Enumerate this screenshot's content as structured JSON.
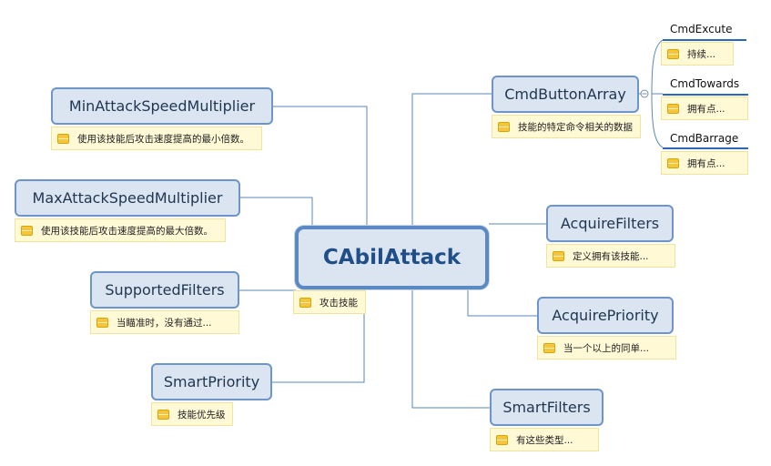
{
  "center": {
    "title": "CAbilAttack",
    "note": "攻击技能"
  },
  "left": [
    {
      "id": "min",
      "label": "MinAttackSpeedMultiplier",
      "note": "使用该技能后攻击速度提高的最小倍数。"
    },
    {
      "id": "max",
      "label": "MaxAttackSpeedMultiplier",
      "note": "使用该技能后攻击速度提高的最大倍数。"
    },
    {
      "id": "supported",
      "label": "SupportedFilters",
      "note": "当瞄准时，没有通过..."
    },
    {
      "id": "smartpri",
      "label": "SmartPriority",
      "note": "技能优先级"
    }
  ],
  "right": [
    {
      "id": "cmd",
      "label": "CmdButtonArray",
      "note": "技能的特定命令相关的数据"
    },
    {
      "id": "acqf",
      "label": "AcquireFilters",
      "note": "定义拥有该技能..."
    },
    {
      "id": "acqp",
      "label": "AcquirePriority",
      "note": "当一个以上的同单..."
    },
    {
      "id": "smartf",
      "label": "SmartFilters",
      "note": "有这些类型..."
    }
  ],
  "cmd_children": [
    {
      "label": "CmdExcute",
      "note": "持续..."
    },
    {
      "label": "CmdTowards",
      "note": "拥有点..."
    },
    {
      "label": "CmdBarrage",
      "note": "拥有点..."
    }
  ],
  "colors": {
    "connector": "#5b87b8",
    "node_border": "#6d95c8",
    "leaf_underline": "#2e66b8",
    "note_bg": "#fff9d6"
  },
  "icons": {
    "note": "note-icon",
    "collapse": "collapse-circle-icon"
  }
}
